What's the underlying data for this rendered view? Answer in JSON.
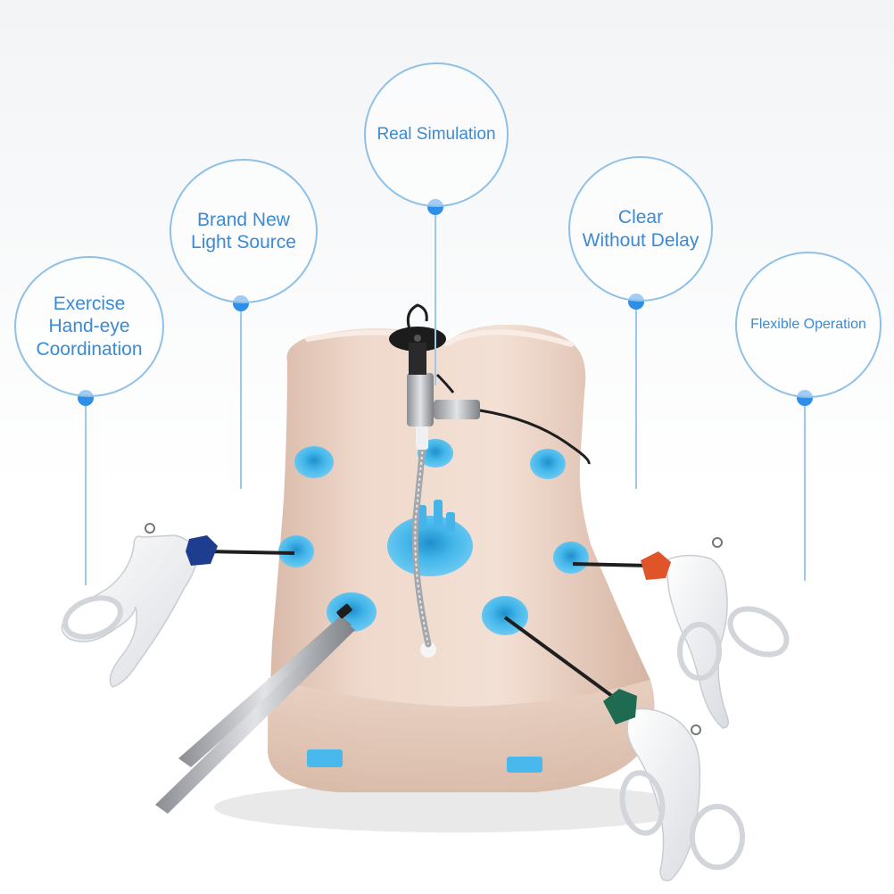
{
  "features": {
    "hand_eye": "Exercise\nHand-eye\nCoordination",
    "light_source": "Brand New\nLight Source",
    "real_simulation": "Real Simulation",
    "clear": "Clear\nWithout Delay",
    "flexible": "Flexible Operation"
  },
  "colors": {
    "accent": "#3a8ad4",
    "bubble_border": "#8fc0e6",
    "dot": "#2f8ee8",
    "skin": "#efd9cc",
    "port": "#3fb1e6",
    "handle": "#f3f4f6"
  }
}
